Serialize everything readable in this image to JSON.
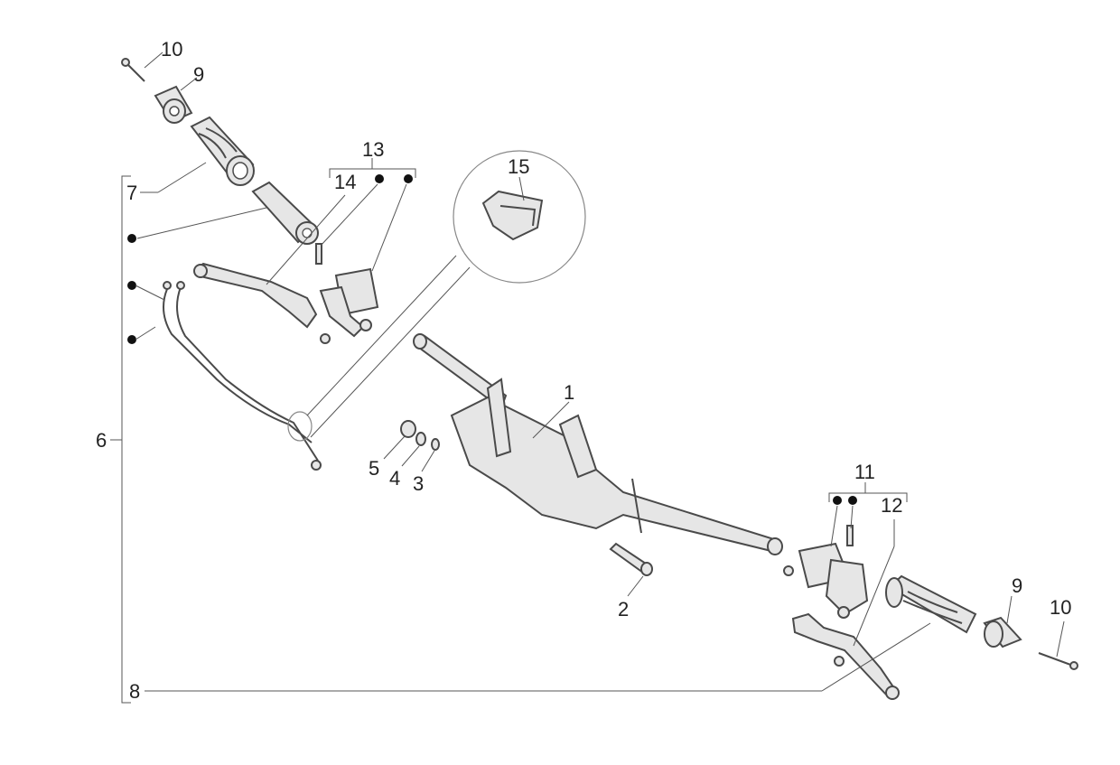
{
  "callouts": {
    "c1": "1",
    "c2": "2",
    "c3": "3",
    "c4": "4",
    "c5": "5",
    "c6": "6",
    "c7": "7",
    "c8": "8",
    "c9_left": "9",
    "c9_right": "9",
    "c10_left": "10",
    "c10_right": "10",
    "c11": "11",
    "c12": "12",
    "c13": "13",
    "c14": "14",
    "c15": "15"
  }
}
